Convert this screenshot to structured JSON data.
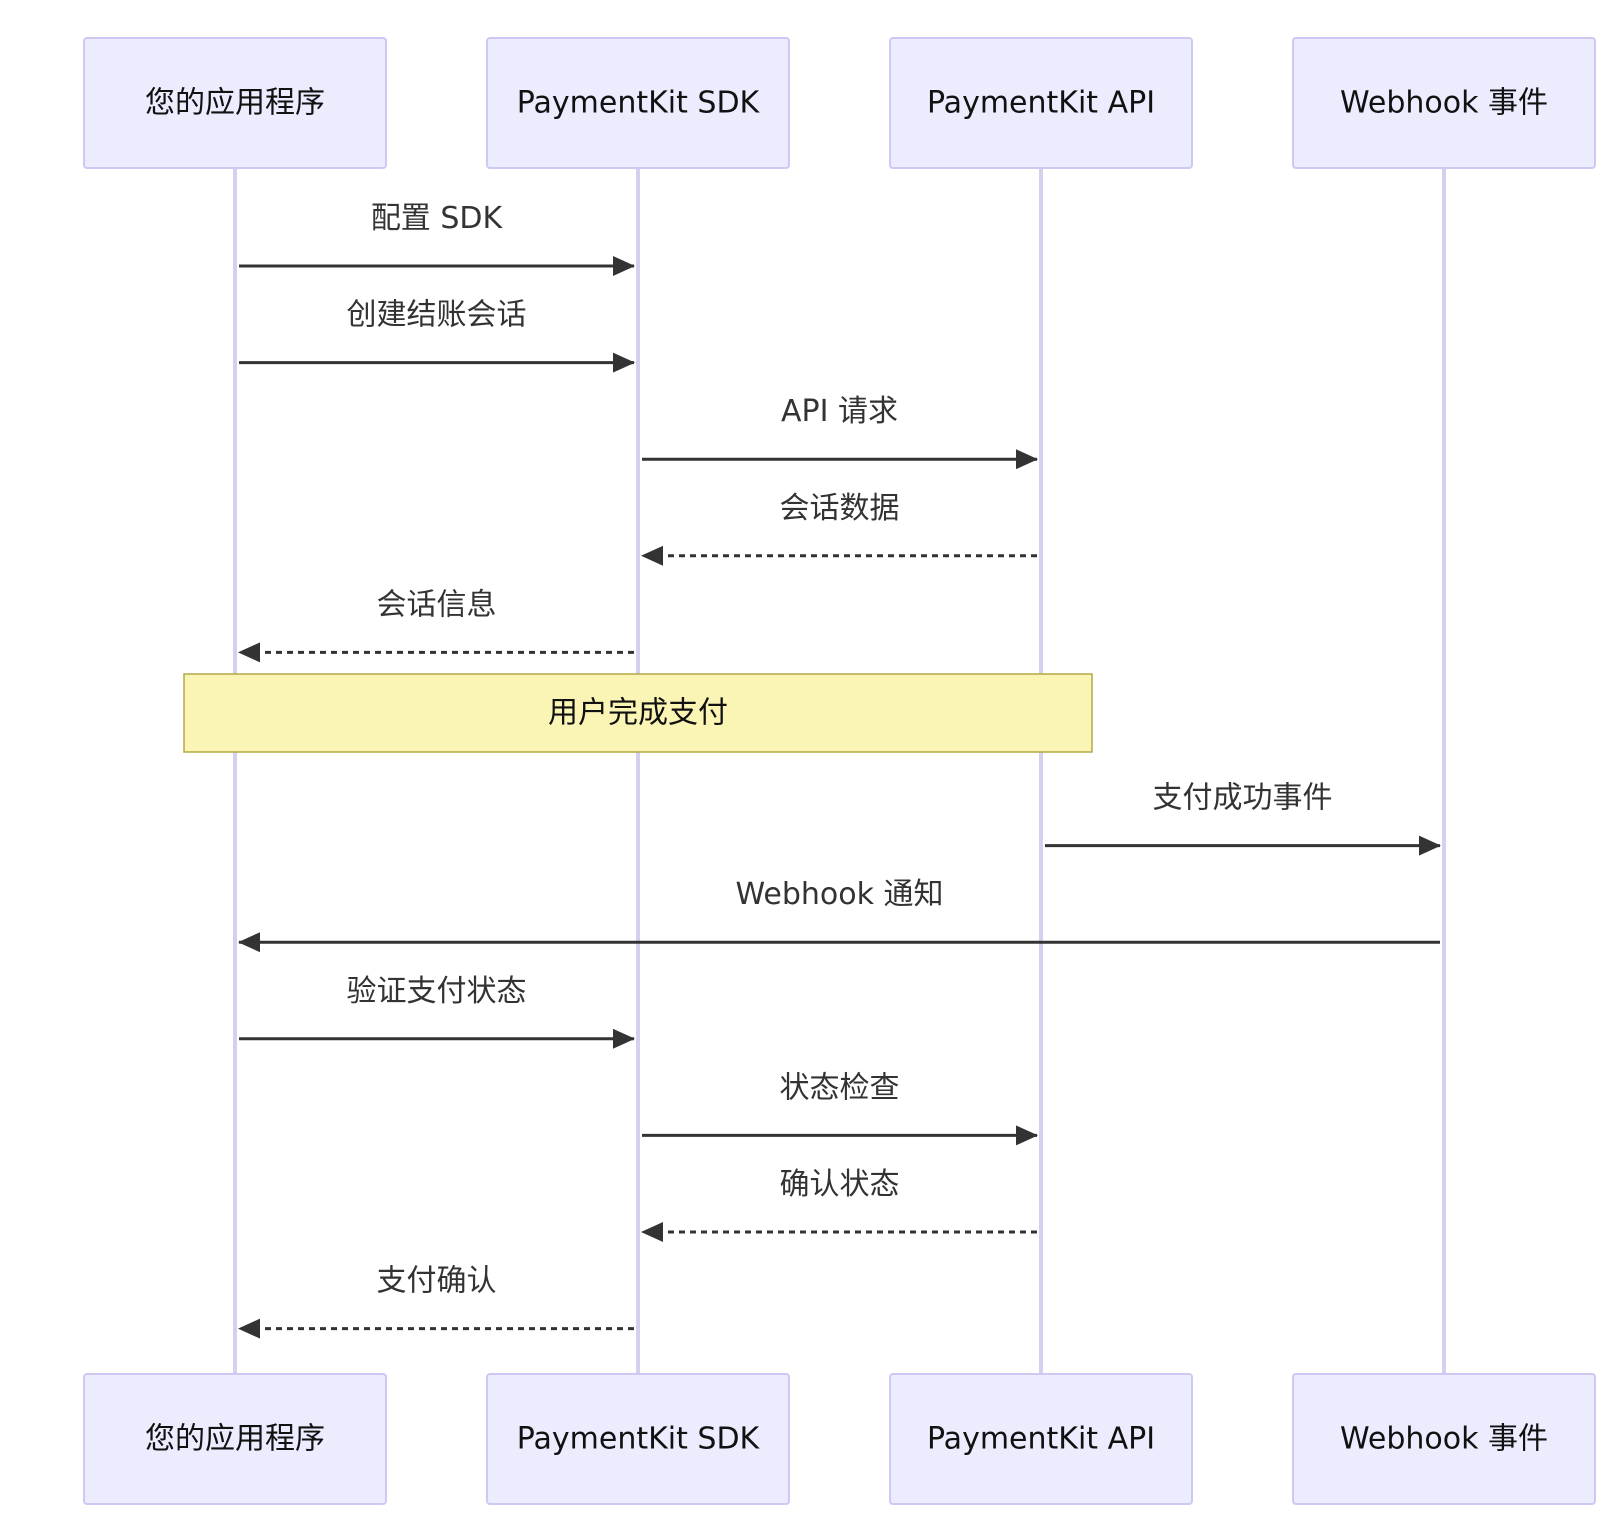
{
  "diagram": {
    "type": "sequence",
    "participants": [
      {
        "id": "app",
        "label": "您的应用程序"
      },
      {
        "id": "sdk",
        "label": "PaymentKit SDK"
      },
      {
        "id": "api",
        "label": "PaymentKit API"
      },
      {
        "id": "webhook",
        "label": "Webhook 事件"
      }
    ],
    "steps": [
      {
        "kind": "message",
        "from": "app",
        "to": "sdk",
        "label": "配置 SDK",
        "style": "solid"
      },
      {
        "kind": "message",
        "from": "app",
        "to": "sdk",
        "label": "创建结账会话",
        "style": "solid"
      },
      {
        "kind": "message",
        "from": "sdk",
        "to": "api",
        "label": "API 请求",
        "style": "solid"
      },
      {
        "kind": "message",
        "from": "api",
        "to": "sdk",
        "label": "会话数据",
        "style": "dashed"
      },
      {
        "kind": "message",
        "from": "sdk",
        "to": "app",
        "label": "会话信息",
        "style": "dashed"
      },
      {
        "kind": "note",
        "over": [
          "app",
          "api"
        ],
        "label": "用户完成支付"
      },
      {
        "kind": "message",
        "from": "api",
        "to": "webhook",
        "label": "支付成功事件",
        "style": "solid"
      },
      {
        "kind": "message",
        "from": "webhook",
        "to": "app",
        "label": "Webhook 通知",
        "style": "solid"
      },
      {
        "kind": "message",
        "from": "app",
        "to": "sdk",
        "label": "验证支付状态",
        "style": "solid"
      },
      {
        "kind": "message",
        "from": "sdk",
        "to": "api",
        "label": "状态检查",
        "style": "solid"
      },
      {
        "kind": "message",
        "from": "api",
        "to": "sdk",
        "label": "确认状态",
        "style": "dashed"
      },
      {
        "kind": "message",
        "from": "sdk",
        "to": "app",
        "label": "支付确认",
        "style": "dashed"
      }
    ],
    "colors": {
      "actor_fill": "#ececff",
      "actor_border": "#cfc8f2",
      "lifeline": "#d4d0ee",
      "arrow": "#333333",
      "note_fill": "#fbf5b5",
      "note_border": "#b3a845"
    }
  }
}
